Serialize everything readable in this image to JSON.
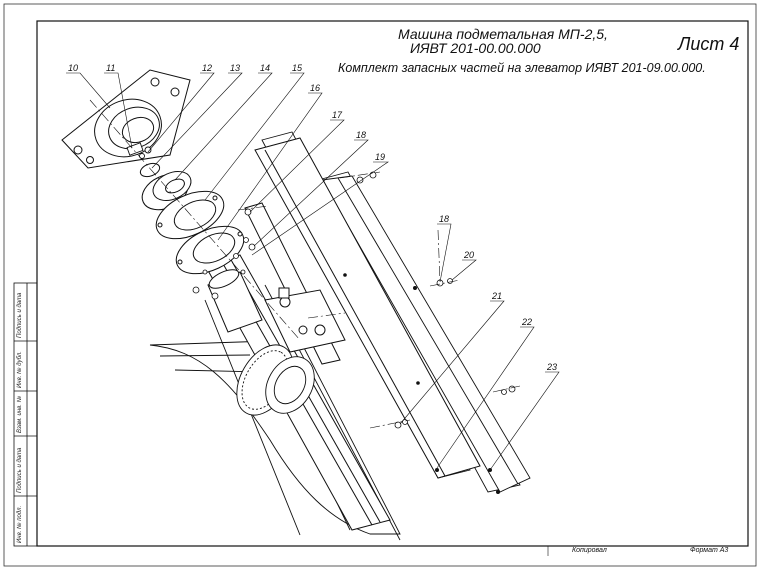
{
  "header": {
    "title_line1": "Машина подметальная  МП-2,5,",
    "title_line2": "ИЯВТ 201-00.00.000",
    "sheet": "Лист 4",
    "subtitle": "Комплект запасных частей на элеватор  ИЯВТ 201-09.00.000."
  },
  "footer": {
    "copied": "Копировал",
    "format": "Формат А3"
  },
  "side_stamp": {
    "cells": [
      "Подпись и дата",
      "Инв. № дубл.",
      "Взам. инв. №",
      "Подпись и дата",
      "Инв. № подл."
    ]
  },
  "callouts": [
    "10",
    "11",
    "12",
    "13",
    "14",
    "15",
    "16",
    "17",
    "18",
    "19",
    "18",
    "20",
    "21",
    "22",
    "23"
  ]
}
